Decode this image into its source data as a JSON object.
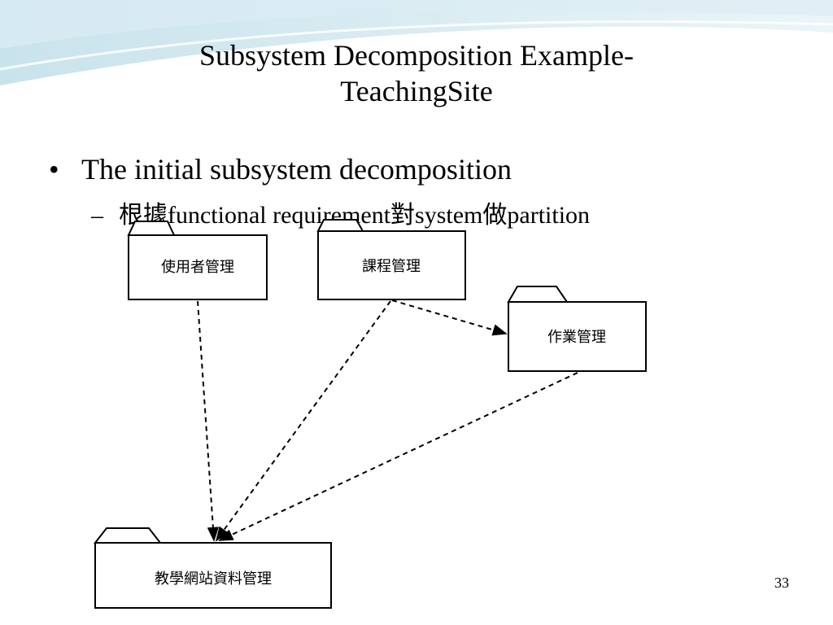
{
  "slide": {
    "title_line1": "Subsystem Decomposition Example-",
    "title_line2": "TeachingSite",
    "bullet_marker": "•",
    "bullet_text": "The initial subsystem decomposition",
    "sub_marker": "–",
    "sub_text": "根據functional requirement對system做partition",
    "page_number": "33"
  },
  "diagram": {
    "packages": [
      {
        "id": "user-mgmt",
        "label": "使用者管理"
      },
      {
        "id": "course-mgmt",
        "label": "課程管理"
      },
      {
        "id": "homework-mgmt",
        "label": "作業管理"
      },
      {
        "id": "site-data-mgmt",
        "label": "教學網站資料管理"
      }
    ],
    "dependencies": [
      {
        "from": "user-mgmt",
        "to": "site-data-mgmt"
      },
      {
        "from": "course-mgmt",
        "to": "site-data-mgmt"
      },
      {
        "from": "course-mgmt",
        "to": "homework-mgmt"
      },
      {
        "from": "homework-mgmt",
        "to": "site-data-mgmt"
      }
    ]
  },
  "colors": {
    "background_tint": "#cfe6ee",
    "stroke": "#000000"
  }
}
